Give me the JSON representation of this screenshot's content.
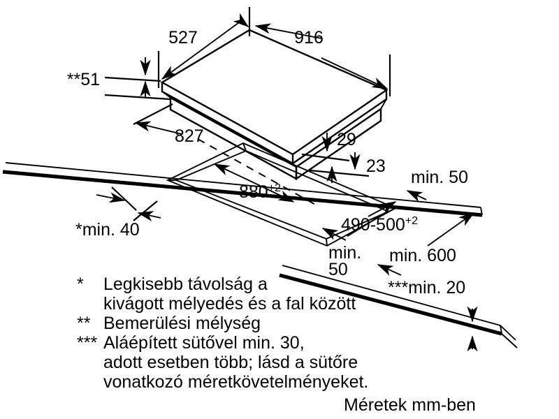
{
  "document": {
    "type": "technical-installation-drawing",
    "subject": "Built-in cooktop installation dimensions",
    "language": "Hungarian",
    "units_note": "Méretek mm-ben"
  },
  "dimensions": {
    "appliance_width": "916",
    "appliance_depth": "527",
    "immersion_depth": "**51",
    "body_width": "827",
    "front_offset": "29",
    "body_height": "23",
    "cutout_width": "880",
    "cutout_width_tol": "+2",
    "cutout_depth": "490-500",
    "cutout_depth_tol": "+2",
    "wall_distance": "*min. 40",
    "rear_clearance": "min. 50",
    "side_clearance_label": "min.",
    "side_clearance_value": "50",
    "worktop_depth": "min. 600",
    "worktop_thickness": "***min. 20"
  },
  "footnotes": [
    {
      "marker": "*",
      "lines": [
        "Legkisebb távolság a",
        "kivágott mélyedés és a fal között"
      ]
    },
    {
      "marker": "**",
      "lines": [
        "Bemerülési mélység"
      ]
    },
    {
      "marker": "***",
      "lines": [
        "Aláépített sütővel min. 30,",
        "adott esetben több; lásd a sütőre",
        "vonatkozó méretkövetelményeket."
      ]
    }
  ],
  "units_caption": "Méretek mm-ben",
  "colors": {
    "line": "#000000",
    "background": "#ffffff",
    "text": "#000000"
  }
}
